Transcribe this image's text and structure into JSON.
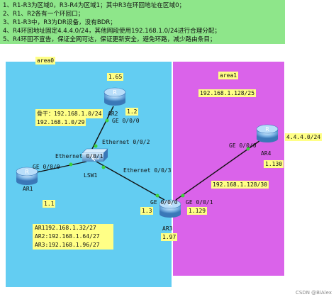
{
  "requirements": [
    "1、R1-R3为区域0，R3-R4为区域1；其中R3在环回地址在区域0；",
    "2、R1、R2各有一个环回口；",
    "3、R1-R3中，R3为DR设备，没有BDR；",
    "4、R4环回地址固定4.4.4.0/24，其他网段使用192.168.1.0/24进行合理分配；",
    "5、R4环回不宣告，保证全网可达，保证更新安全，避免环路，减少路由条目；"
  ],
  "areas": {
    "area0": {
      "label": "area0"
    },
    "area1": {
      "label": "area1",
      "subnet": "192.168.1.128/25"
    }
  },
  "devices": {
    "ar1": {
      "name": "AR1",
      "address": "1.1",
      "iface": "GE 0/0/0"
    },
    "ar2": {
      "name": "AR2",
      "address_top": "1.65",
      "address": "1.2",
      "iface": "GE 0/0/0"
    },
    "ar3": {
      "name": "AR3",
      "left_iface": "GE 0/0/0",
      "right_iface": "GE 0/0/1",
      "left_addr": "1.3",
      "right_addr": "1.129",
      "loop_addr": "1.97"
    },
    "ar4": {
      "name": "AR4",
      "iface": "GE 0/0/0",
      "loopback": "4.4.4.0/24",
      "address": "1.130"
    },
    "lsw1": {
      "name": "LSW1",
      "iface1": "Ethernet 0/0/1",
      "iface2": "Ethernet 0/0/2",
      "iface3": "Ethernet 0/0/3"
    }
  },
  "backbone": {
    "label": "骨干：192.168.1.0/24",
    "subnet": "192.168.1.0/29"
  },
  "link_r3_r4": "192.168.1.128/30",
  "loopbacks": [
    "AR1192.168.1.32/27",
    "AR2:192.168.1.64/27",
    "AR3:192.168.1.96/27"
  ],
  "watermark": "CSDN @BiAlex"
}
